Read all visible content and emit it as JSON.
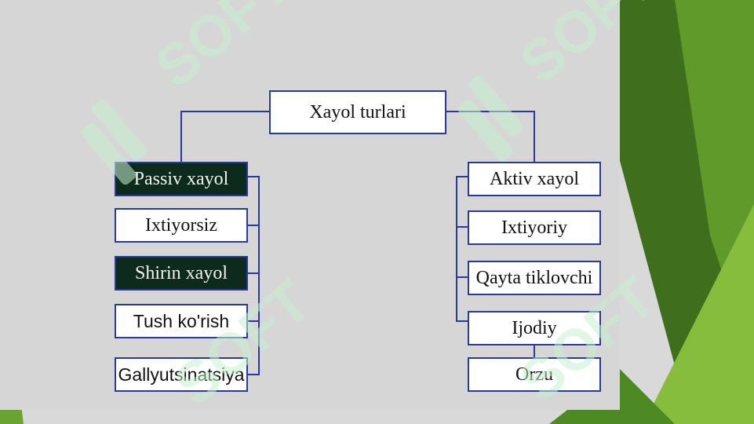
{
  "diagram": {
    "root": "Xayol turlari",
    "left_branch": {
      "head": "Passiv xayol",
      "items": [
        "Ixtiyorsiz",
        "Shirin xayol",
        "Tush ko'rish",
        "Gallyutsinatsiya"
      ]
    },
    "right_branch": {
      "head": "Aktiv xayol",
      "items": [
        "Ixtiyoriy",
        "Qayta tiklovchi",
        "Ijodiy",
        "Orzu"
      ]
    }
  },
  "watermark": "SOFT",
  "colors": {
    "node_border": "#2a3a9a",
    "node_fill": "#ffffff",
    "node_dark_fill": "#0d2b1c",
    "connector": "#2a3a9a",
    "slide_bg": "#d6d6d6",
    "accent_green_dark": "#3f6e1d",
    "accent_green_light": "#7fb23a",
    "watermark": "#c8e8cf"
  }
}
